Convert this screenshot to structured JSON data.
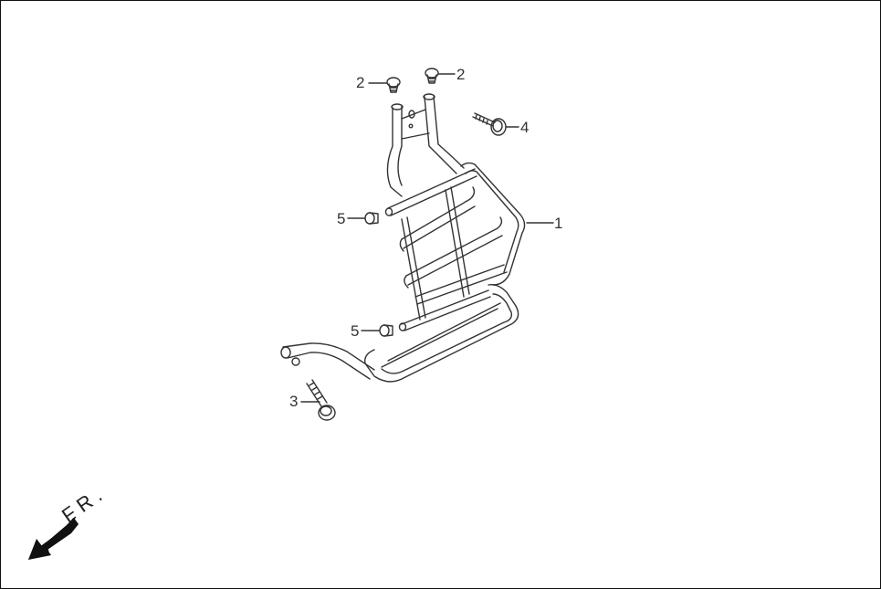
{
  "diagram": {
    "type": "exploded-parts-view",
    "callouts": [
      {
        "id": "callout-1",
        "number": "1",
        "part": "footrest-frame"
      },
      {
        "id": "callout-2a",
        "number": "2",
        "part": "clip-left"
      },
      {
        "id": "callout-2b",
        "number": "2",
        "part": "clip-right"
      },
      {
        "id": "callout-3",
        "number": "3",
        "part": "flange-bolt-long"
      },
      {
        "id": "callout-4",
        "number": "4",
        "part": "flange-bolt"
      },
      {
        "id": "callout-5a",
        "number": "5",
        "part": "screw-upper"
      },
      {
        "id": "callout-5b",
        "number": "5",
        "part": "screw-lower"
      }
    ],
    "direction_indicator": {
      "label": "FR.",
      "icon": "arrow-down-left-icon"
    },
    "colors": {
      "line": "#333333",
      "background": "#ffffff",
      "arrow": "#111111"
    }
  }
}
